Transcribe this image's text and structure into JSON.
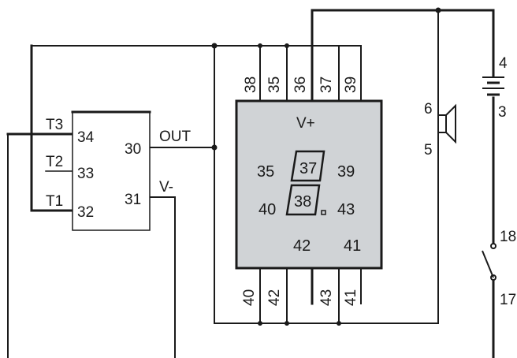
{
  "module": {
    "pins": {
      "t3": "T3",
      "t2": "T2",
      "t1": "T1",
      "p34": "34",
      "p33": "33",
      "p32": "32",
      "p30": "30",
      "p31": "31",
      "out": "OUT",
      "vminus": "V-"
    }
  },
  "display": {
    "top_pins": [
      "38",
      "35",
      "36",
      "37",
      "39"
    ],
    "bottom_pins": [
      "40",
      "42",
      "43",
      "41"
    ],
    "vplus": "V+",
    "seg_labels": {
      "s35": "35",
      "s37": "37",
      "s39": "39",
      "s40": "40",
      "s38": "38",
      "s43": "43",
      "s42": "42",
      "s41": "41"
    }
  },
  "speaker": {
    "pin6": "6",
    "pin5": "5"
  },
  "battery": {
    "pin4": "4",
    "pin3": "3"
  },
  "switch": {
    "pin18": "18",
    "pin17": "17"
  },
  "colors": {
    "wire": "#1a1a1a",
    "display_fill": "#d0d3d6",
    "background": "#ffffff"
  }
}
